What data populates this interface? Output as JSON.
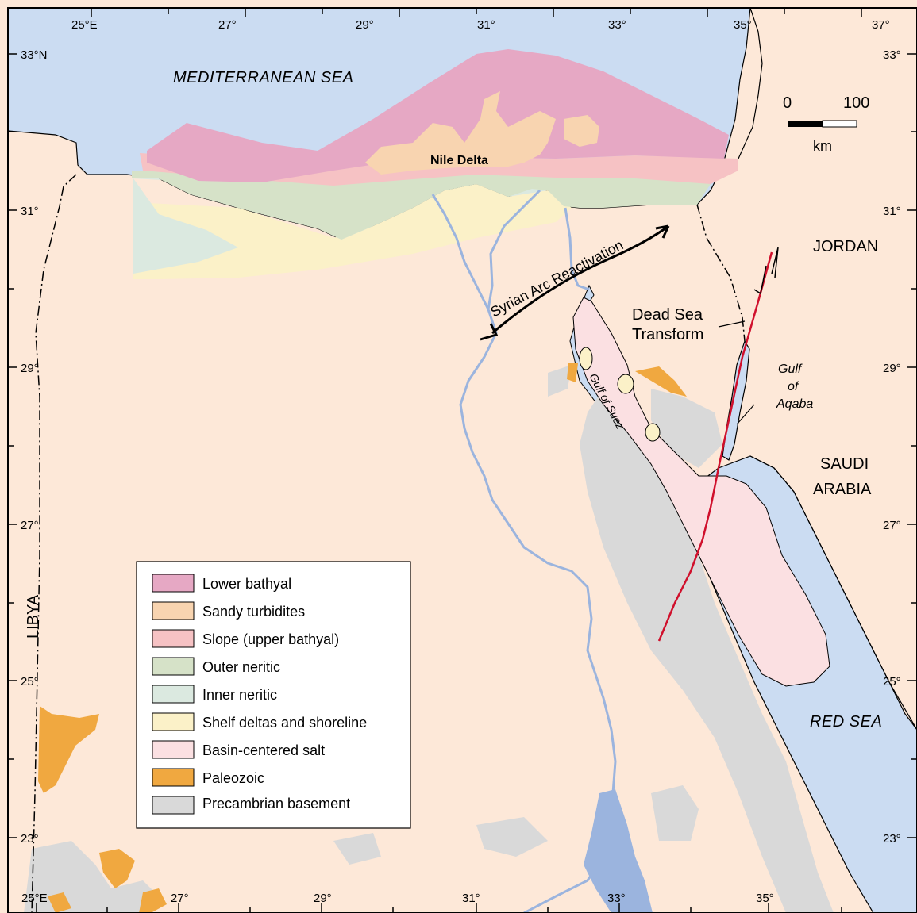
{
  "top_ticks": [
    "25°E",
    "27°",
    "29°",
    "31°",
    "33°",
    "35°",
    "37°"
  ],
  "bottom_ticks": [
    "25°E",
    "27°",
    "29°",
    "31°",
    "33°",
    "35°"
  ],
  "left_ticks": [
    "33°N",
    "31°",
    "29°",
    "27°",
    "25°",
    "23°"
  ],
  "right_ticks": [
    "33°",
    "31°",
    "29°",
    "27°",
    "25°",
    "23°"
  ],
  "labels": {
    "mediterranean": "MEDITERRANEAN SEA",
    "nile_delta": "Nile Delta",
    "jordan": "JORDAN",
    "saudi_line1": "SAUDI",
    "saudi_line2": "ARABIA",
    "libya": "LIBYA",
    "red_sea": "RED SEA",
    "gulf_suez": "Gulf of Suez",
    "aqaba_line1": "Gulf",
    "aqaba_line2": "of",
    "aqaba_line3": "Aqaba",
    "dead_sea_line1": "Dead Sea",
    "dead_sea_line2": "Transform",
    "syrian_arc": "Syrian Arc Reactivation"
  },
  "scale_bar": {
    "zero": "0",
    "hundred": "100",
    "unit": "km"
  },
  "legend": [
    {
      "label": "Lower bathyal",
      "color": "#e6a8c4"
    },
    {
      "label": "Sandy turbidites",
      "color": "#f8d4b0"
    },
    {
      "label": "Slope (upper bathyal)",
      "color": "#f6c2c4"
    },
    {
      "label": "Outer neritic",
      "color": "#d6e2c8"
    },
    {
      "label": "Inner neritic",
      "color": "#dbe9e0"
    },
    {
      "label": "Shelf deltas and shoreline",
      "color": "#fbf1c8"
    },
    {
      "label": "Basin-centered salt",
      "color": "#fbe0e2"
    },
    {
      "label": "Paleozoic",
      "color": "#f0a840"
    },
    {
      "label": "Precambrian basement",
      "color": "#d9d9d9"
    }
  ],
  "colors": {
    "land": "#fde8d8",
    "sea": "#cbdcf2",
    "river": "#9bb4de",
    "fault": "#d0102c"
  }
}
